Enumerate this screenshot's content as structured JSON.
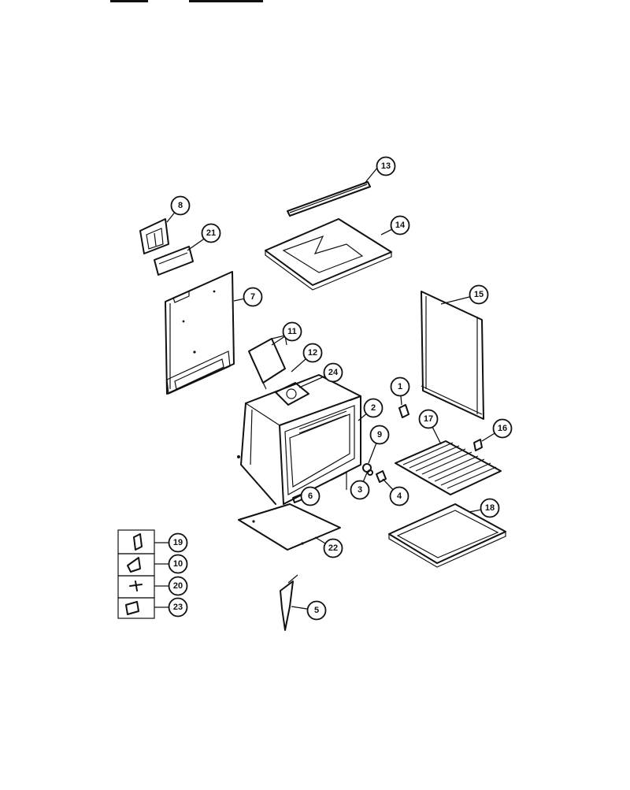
{
  "callouts": [
    {
      "id": "c13",
      "label": "13"
    },
    {
      "id": "c8a",
      "label": "8"
    },
    {
      "id": "c21",
      "label": "21"
    },
    {
      "id": "c14",
      "label": "14"
    },
    {
      "id": "c7",
      "label": "7"
    },
    {
      "id": "c15",
      "label": "15"
    },
    {
      "id": "c11",
      "label": "11"
    },
    {
      "id": "c12",
      "label": "12"
    },
    {
      "id": "c24",
      "label": "24"
    },
    {
      "id": "c1",
      "label": "1"
    },
    {
      "id": "c2",
      "label": "2"
    },
    {
      "id": "c17",
      "label": "17"
    },
    {
      "id": "c16",
      "label": "16"
    },
    {
      "id": "c9",
      "label": "9"
    },
    {
      "id": "c3",
      "label": "3"
    },
    {
      "id": "c4",
      "label": "4"
    },
    {
      "id": "c6",
      "label": "6"
    },
    {
      "id": "c18",
      "label": "18"
    },
    {
      "id": "c22",
      "label": "22"
    },
    {
      "id": "c19",
      "label": "19"
    },
    {
      "id": "c10",
      "label": "10"
    },
    {
      "id": "c20",
      "label": "20"
    },
    {
      "id": "c23",
      "label": "23"
    },
    {
      "id": "c5",
      "label": "5"
    }
  ]
}
